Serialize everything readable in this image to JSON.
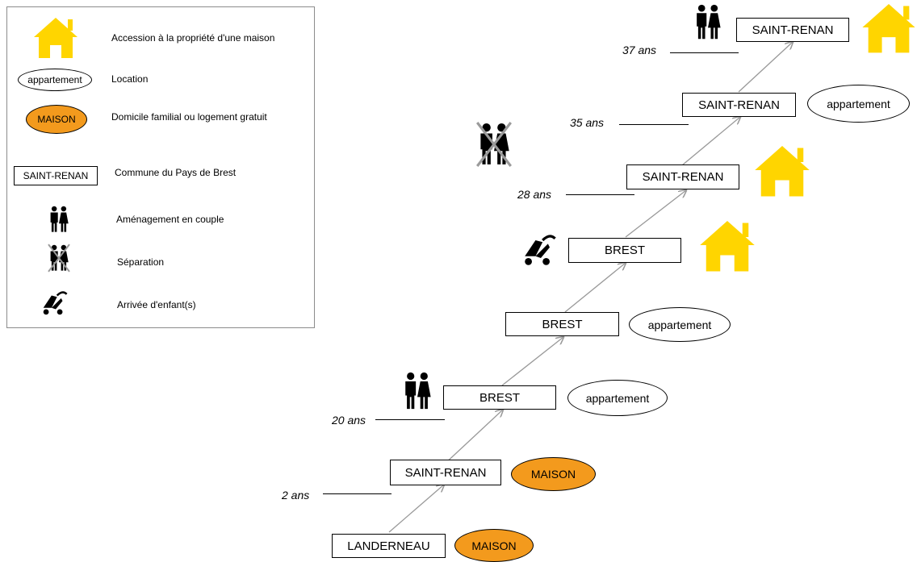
{
  "legend": {
    "house": "Accession à la propriété d'une maison",
    "oval_sample": "appartement",
    "oval_label": "Location",
    "maison_sample": "MAISON",
    "maison_label": "Domicile familial ou logement gratuit",
    "commune_sample": "SAINT-RENAN",
    "commune_label": "Commune du Pays de Brest",
    "couple_label": "Aménagement en couple",
    "separation_label": "Séparation",
    "child_label": "Arrivée d'enfant(s)"
  },
  "steps": [
    {
      "place": "LANDERNEAU",
      "housing": "MAISON"
    },
    {
      "place": "SAINT-RENAN",
      "housing": "MAISON"
    },
    {
      "place": "BREST",
      "housing": "appartement"
    },
    {
      "place": "BREST",
      "housing": "appartement"
    },
    {
      "place": "BREST"
    },
    {
      "place": "SAINT-RENAN"
    },
    {
      "place": "SAINT-RENAN",
      "housing": "appartement"
    },
    {
      "place": "SAINT-RENAN"
    }
  ],
  "ages": [
    "2 ans",
    "20 ans",
    "28 ans",
    "35 ans",
    "37 ans"
  ],
  "colors": {
    "house": "#ffd500",
    "maison": "#f39a1d",
    "connector": "#999999"
  }
}
